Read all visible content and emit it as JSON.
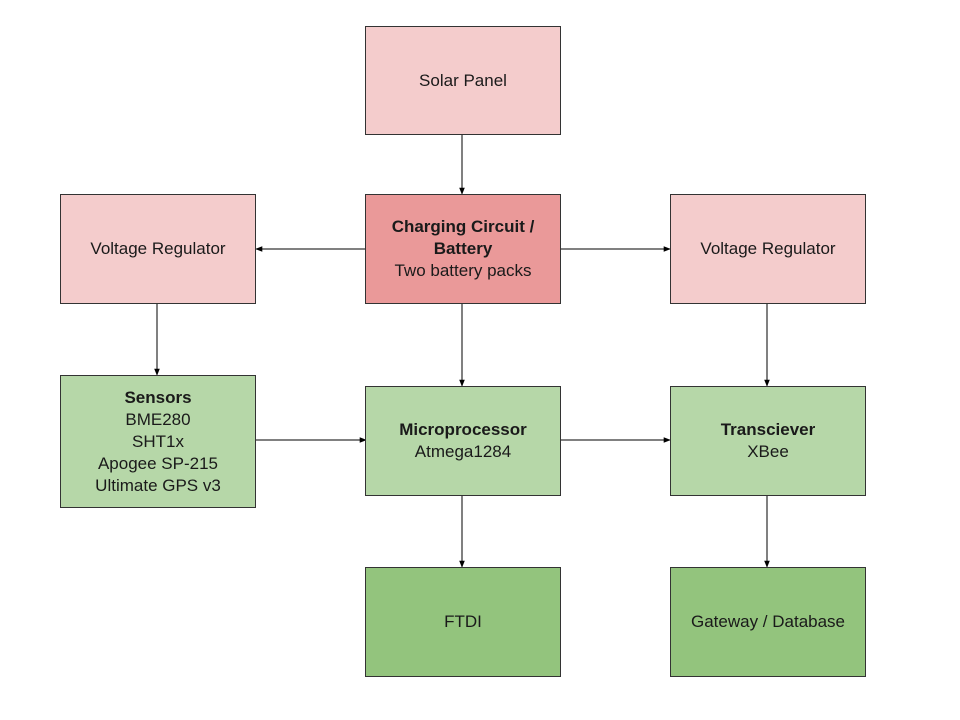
{
  "colors": {
    "pink_light": "#f4cccc",
    "pink_dark": "#ea9999",
    "green_light": "#b6d7a8",
    "green_dark": "#93c47d",
    "border": "#333333"
  },
  "nodes": {
    "solar": {
      "title": "",
      "lines": [
        "Solar Panel"
      ]
    },
    "charging": {
      "title": "Charging Circuit / Battery",
      "lines": [
        "Two battery packs"
      ]
    },
    "vreg_left": {
      "title": "",
      "lines": [
        "Voltage Regulator"
      ]
    },
    "vreg_right": {
      "title": "",
      "lines": [
        "Voltage Regulator"
      ]
    },
    "sensors": {
      "title": "Sensors",
      "lines": [
        "BME280",
        "SHT1x",
        "Apogee SP-215",
        "Ultimate GPS v3"
      ]
    },
    "micro": {
      "title": "Microprocessor",
      "lines": [
        "Atmega1284"
      ]
    },
    "transceiver": {
      "title": "Transciever",
      "lines": [
        "XBee"
      ]
    },
    "ftdi": {
      "title": "",
      "lines": [
        "FTDI"
      ]
    },
    "gateway": {
      "title": "",
      "lines": [
        "Gateway / Database"
      ]
    }
  }
}
